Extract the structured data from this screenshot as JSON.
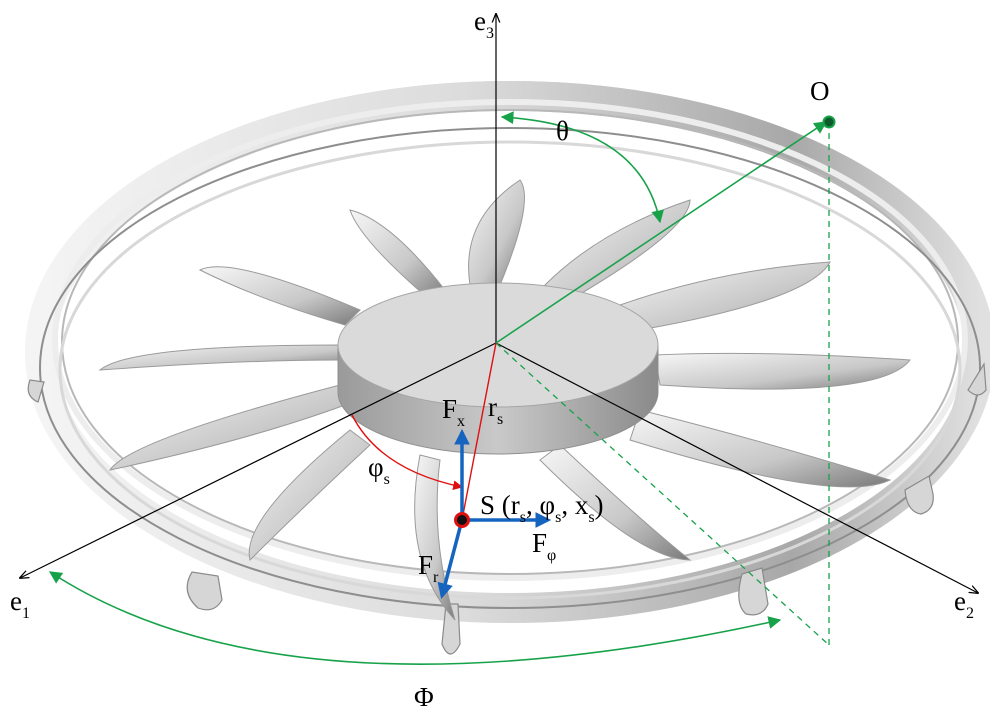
{
  "labels": {
    "e1": {
      "base": "e",
      "sub": "1"
    },
    "e2": {
      "base": "e",
      "sub": "2"
    },
    "e3": {
      "base": "e",
      "sub": "3"
    },
    "O": "O",
    "theta": "θ",
    "Phi": "Φ",
    "rs": {
      "base": "r",
      "sub": "s"
    },
    "phis": {
      "base": "φ",
      "sub": "s"
    },
    "Fx": {
      "base": "F",
      "sub": "x"
    },
    "Fr": {
      "base": "F",
      "sub": "r"
    },
    "Fphi": {
      "base": "F",
      "sub": "φ"
    },
    "S": {
      "pre": "S (r",
      "s1": "s",
      "mid1": ", φ",
      "s2": "s",
      "mid2": ", x",
      "s3": "s",
      "post": ")"
    }
  },
  "colors": {
    "axis": "#000000",
    "green": "#17a24a",
    "red": "#e01010",
    "blue": "#1565c0",
    "metal_light": "#e8e8e8",
    "metal_dark": "#9a9a9a"
  }
}
